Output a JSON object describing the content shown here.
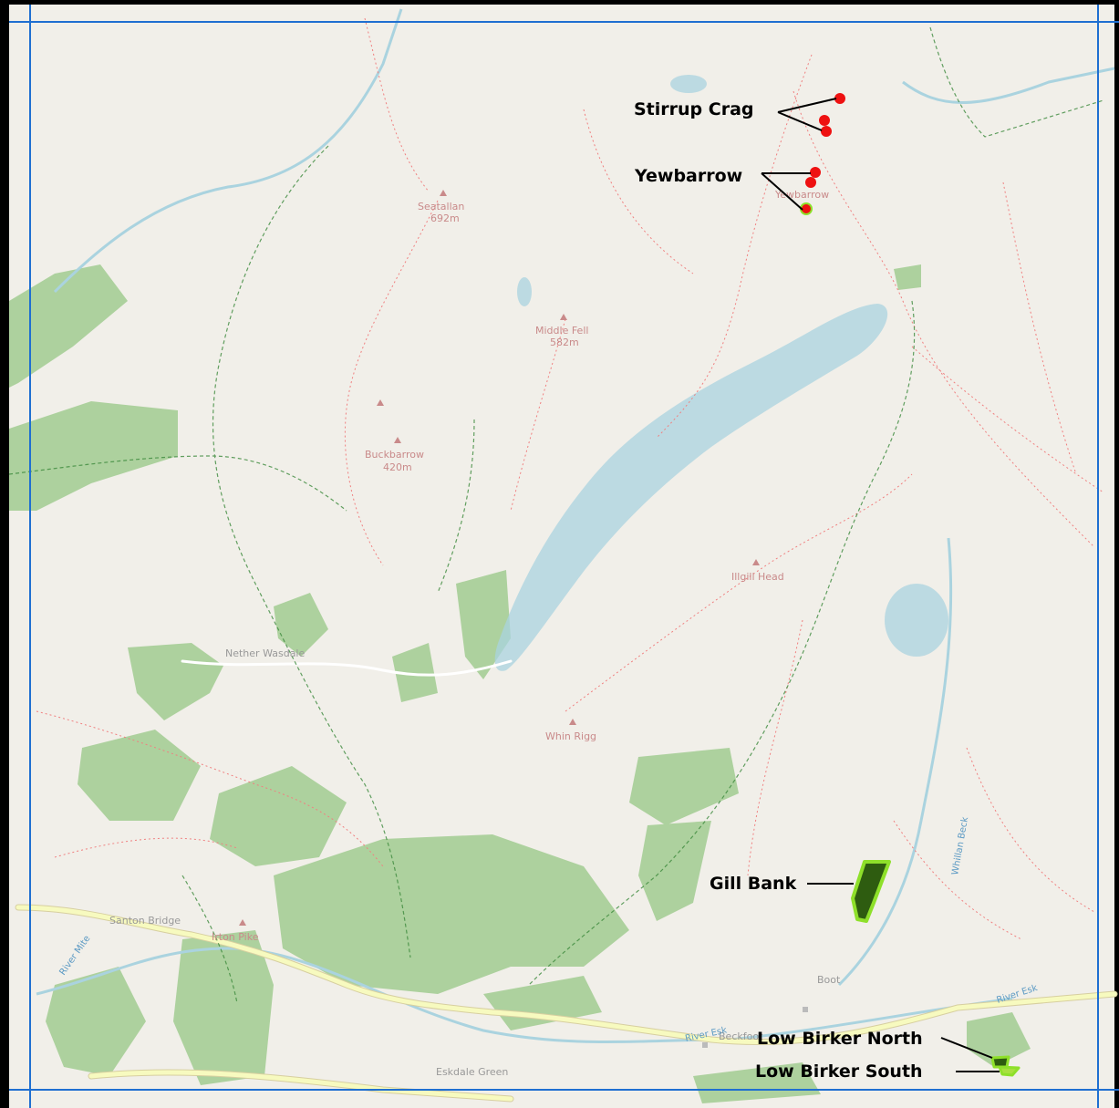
{
  "map": {
    "colors": {
      "background": "#f1efe9",
      "water": "#aad3df",
      "forest": "#add19e",
      "road": "#f7fabf",
      "path": "#f08080",
      "track": "#3c8a3c",
      "frame": "#1f6fd1",
      "site_marker": "#ee1111",
      "site_dark_fill": "#2e5c10",
      "site_outline": "#8ee02a"
    },
    "peaks": [
      {
        "id": "seatallan",
        "name": "Seatallan",
        "elevation": "692m"
      },
      {
        "id": "middle-fell",
        "name": "Middle Fell",
        "elevation": "582m"
      },
      {
        "id": "buckbarrow",
        "name": "Buckbarrow",
        "elevation": "420m"
      },
      {
        "id": "illgill-head",
        "name": "Illgill Head",
        "elevation": ""
      },
      {
        "id": "whin-rigg",
        "name": "Whin Rigg",
        "elevation": ""
      },
      {
        "id": "irton-pike",
        "name": "Irton Pike",
        "elevation": ""
      },
      {
        "id": "yewbarrow-peak",
        "name": "Yewbarrow",
        "elevation": ""
      }
    ],
    "places": {
      "nether_wasdale": "Nether Wasdale",
      "santon_bridge": "Santon Bridge",
      "boot": "Boot",
      "beckfoot": "Beckfoot",
      "eskdale_green": "Eskdale Green"
    },
    "water_labels": {
      "river_esk": "River Esk",
      "river_esk_2": "River Esk",
      "whillan_beck": "Whillan Beck",
      "river_mite": "River Mite"
    },
    "sites": {
      "stirrup_crag": "Stirrup Crag",
      "yewbarrow": "Yewbarrow",
      "gill_bank": "Gill Bank",
      "low_birker_north": "Low Birker North",
      "low_birker_south": "Low Birker South"
    }
  }
}
